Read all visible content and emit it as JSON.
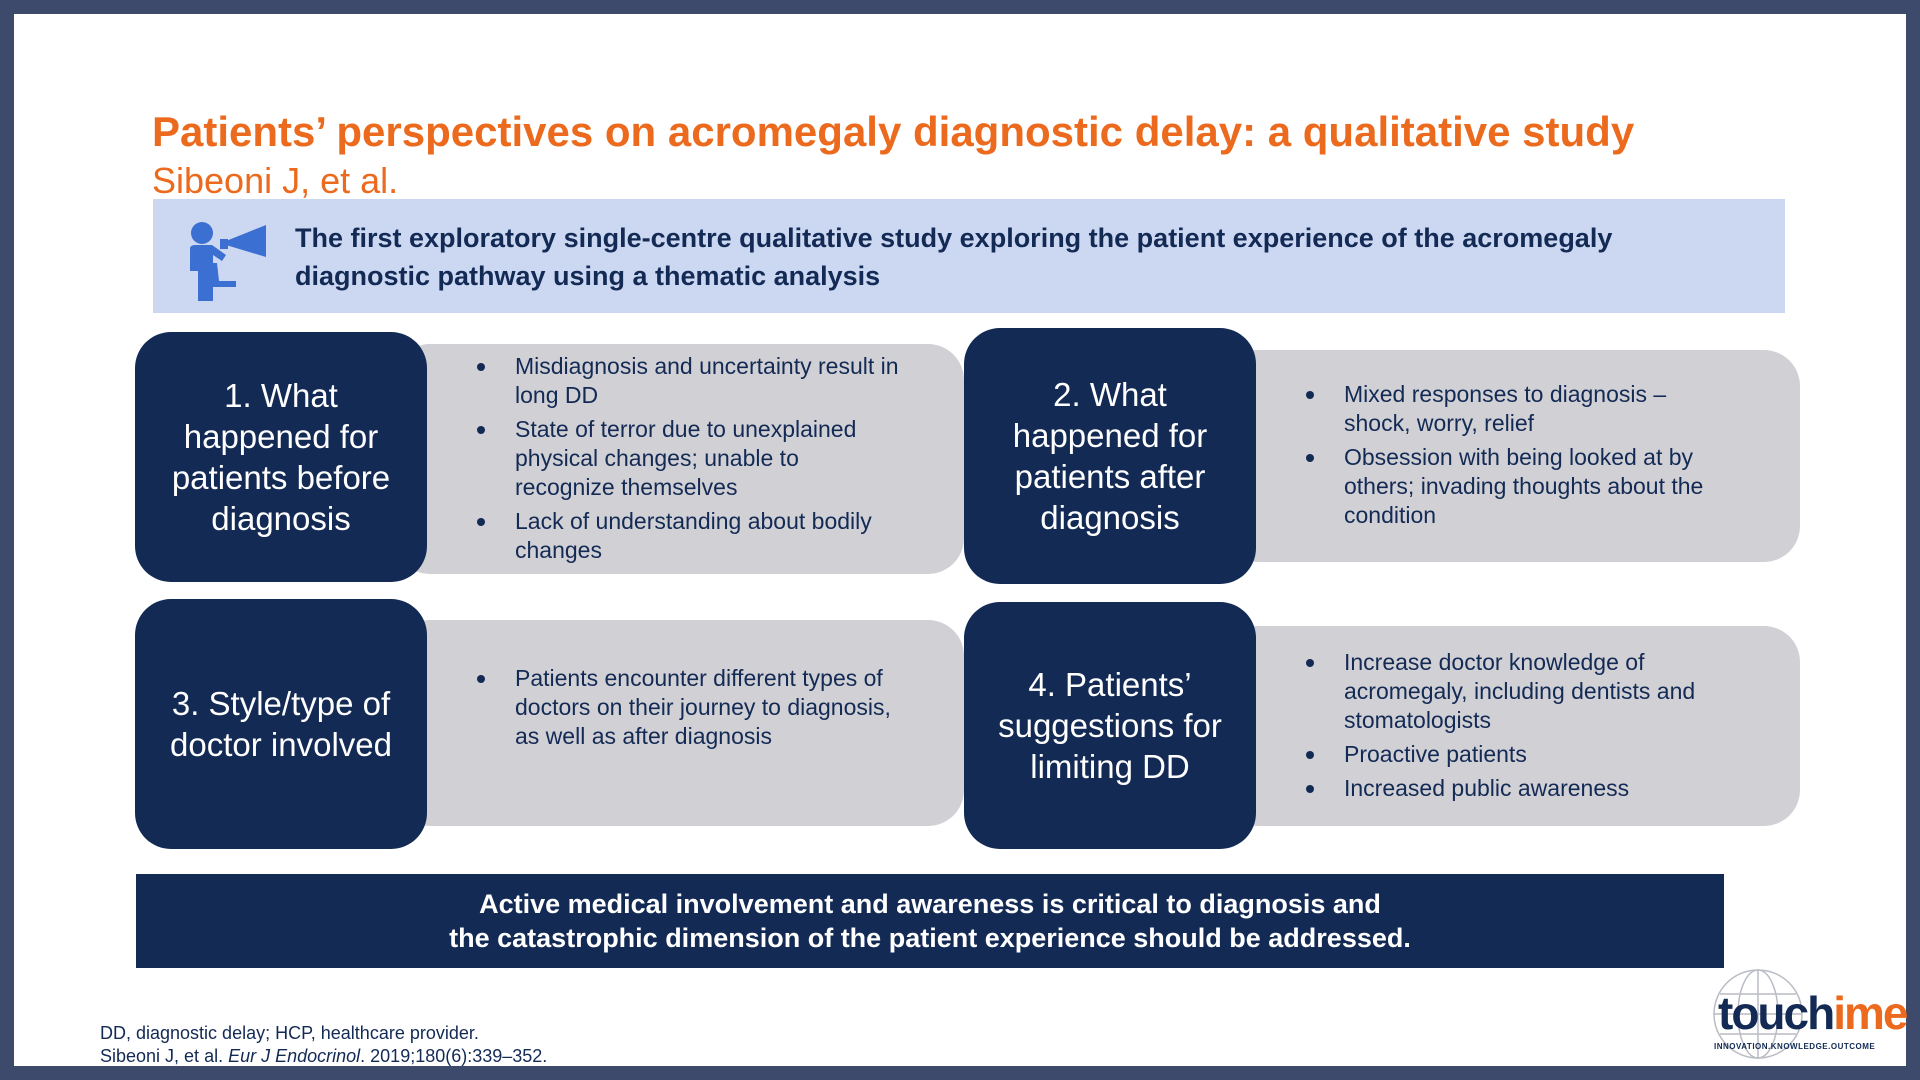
{
  "slide": {
    "title": "Patients’ perspectives on acromegaly diagnostic delay: a qualitative study",
    "subtitle": "Sibeoni J, et al.",
    "intro": {
      "icon": "megaphone-person-icon",
      "text": "The first exploratory single-centre qualitative study exploring the patient experience of the acromegaly diagnostic pathway using a thematic analysis"
    },
    "themes": [
      {
        "title": "1. What happened for patients before diagnosis",
        "bullets": [
          "Misdiagnosis and uncertainty result in long DD",
          "State of terror due to unexplained physical changes; unable to recognize themselves",
          "Lack of understanding about bodily changes"
        ]
      },
      {
        "title": "2. What happened for patients after diagnosis",
        "bullets": [
          "Mixed responses to diagnosis – shock, worry, relief",
          "Obsession with being looked at by others; invading thoughts about the condition"
        ]
      },
      {
        "title": "3. Style/type of doctor involved",
        "bullets": [
          "Patients encounter different types of doctors on their journey to diagnosis, as well as after diagnosis"
        ]
      },
      {
        "title": "4. Patients’ suggestions for limiting DD",
        "bullets": [
          "Increase doctor knowledge of acromegaly, including dentists and stomatologists",
          "Proactive patients",
          "Increased public awareness"
        ]
      }
    ],
    "conclusion": {
      "line1": "Active medical involvement and awareness is critical to diagnosis and",
      "line2": "the catastrophic dimension of the patient experience should be addressed."
    },
    "footnote": {
      "abbrev": "DD, diagnostic delay; HCP, healthcare provider.",
      "ref_pre": "Sibeoni J, et al. ",
      "ref_journal": "Eur J Endocrinol",
      "ref_post": ". 2019;180(6):339–352."
    },
    "logo": {
      "part1": "touch",
      "part2": "ime",
      "tagline": "INNOVATION.KNOWLEDGE.OUTCOME"
    },
    "colors": {
      "accent": "#ec6a1d",
      "navy": "#132a55",
      "intro_bg": "#ccd8f2",
      "panel_bg": "#d1d0d5",
      "frame": "#3d4a6b"
    }
  }
}
